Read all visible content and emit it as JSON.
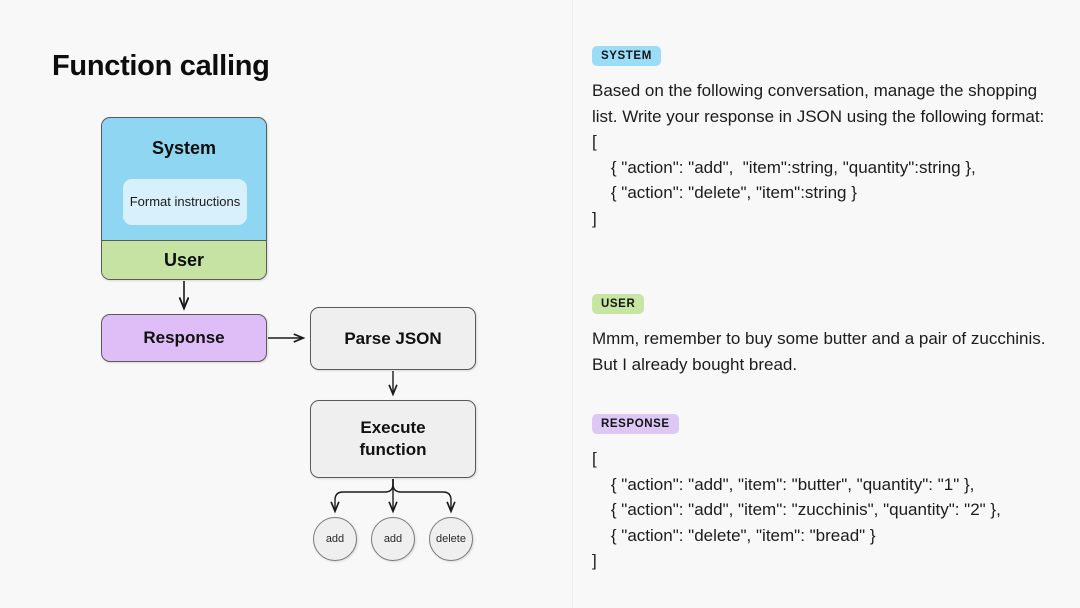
{
  "left": {
    "title": "Function calling",
    "diagram": {
      "system_block": {
        "title": "System",
        "format_box": "Format\ninstructions",
        "user_band": "User"
      },
      "response_node": "Response",
      "parse_node": "Parse JSON",
      "execute_node_line1": "Execute",
      "execute_node_line2": "function",
      "circles": [
        "add",
        "add",
        "delete"
      ]
    },
    "colors": {
      "system_blue": "#8fd6f2",
      "format_box_blue": "#d8f0fb",
      "user_green": "#c6e3a3",
      "response_purple": "#dfbdf7",
      "neutral_gray": "#efefef"
    }
  },
  "right": {
    "sections": [
      {
        "badge": "SYSTEM",
        "badge_color": "#9bdcf6",
        "text": "Based on the following conversation, manage the shopping list. Write your response in JSON using the following format:",
        "code": "[\n    { \"action\": \"add\",  \"item\":string, \"quantity\":string },\n    { \"action\": \"delete\", \"item\":string }\n]"
      },
      {
        "badge": "USER",
        "badge_color": "#c8e6a3",
        "text": "Mmm, remember to buy some butter and a pair of zucchinis. But I already bought bread.",
        "code": ""
      },
      {
        "badge": "RESPONSE",
        "badge_color": "#ddc8f5",
        "text": "",
        "code": "[\n    { \"action\": \"add\", \"item\": \"butter\", \"quantity\": \"1\" },\n    { \"action\": \"add\", \"item\": \"zucchinis\", \"quantity\": \"2\" },\n    { \"action\": \"delete\", \"item\": \"bread\" }\n]"
      }
    ]
  }
}
